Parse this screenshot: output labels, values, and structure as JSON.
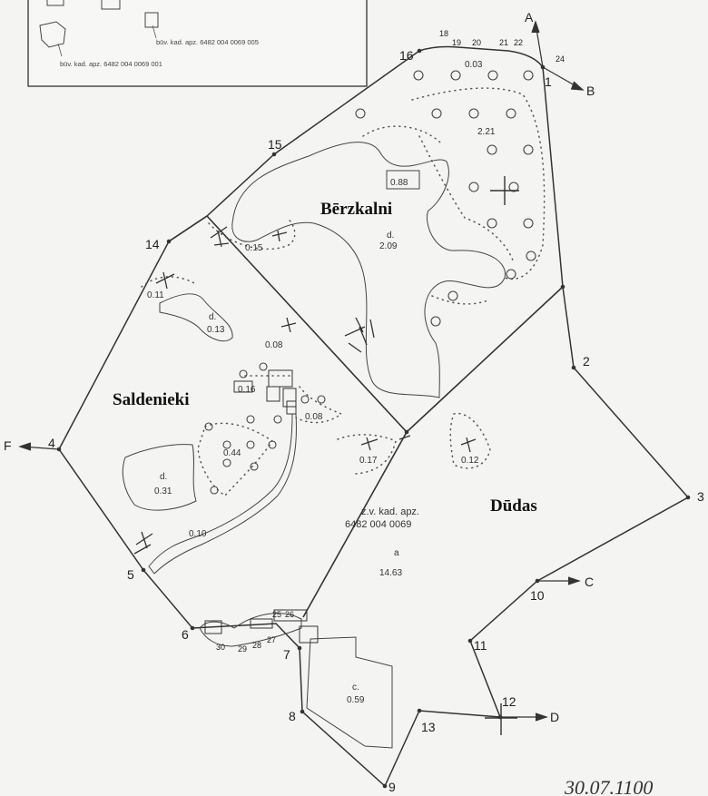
{
  "parcels": {
    "berzkalni": "Bērzkalni",
    "saldenieki": "Saldenieki",
    "dudas": "Dūdas"
  },
  "legend": {
    "line1": "būv. kad. apz. 6482  004  0069  005",
    "line2": "būv. kad. apz. 6482  004  0069  001"
  },
  "points": [
    "1",
    "2",
    "3",
    "4",
    "5",
    "6",
    "7",
    "8",
    "9",
    "10",
    "11",
    "12",
    "13",
    "14",
    "15",
    "16"
  ],
  "small_points": [
    "18",
    "19",
    "20",
    "21",
    "22",
    "24",
    "25",
    "26",
    "27",
    "28",
    "29",
    "30"
  ],
  "directions": [
    "A",
    "B",
    "C",
    "D",
    "F"
  ],
  "areas": {
    "a1": "2.21",
    "a2": "0.88",
    "a3_letter": "d.",
    "a3": "2.09",
    "a4": "0.15",
    "a5": "0.11",
    "a6_letter": "d.",
    "a6": "0.13",
    "a7": "0.08",
    "a8": "0.16",
    "a9": "0.08",
    "a10": "0.44",
    "a11_letter": "d.",
    "a11": "0.31",
    "a12": "0.10",
    "a13": "0.17",
    "a14": "0.12",
    "a15": "0.03",
    "a16_letter": "a",
    "a16": "14.63",
    "a17_letter": "c.",
    "a17": "0.59"
  },
  "kad": {
    "line1": "z.v. kad. apz.",
    "line2": "6482  004  0069"
  },
  "date": "30.07.1100"
}
